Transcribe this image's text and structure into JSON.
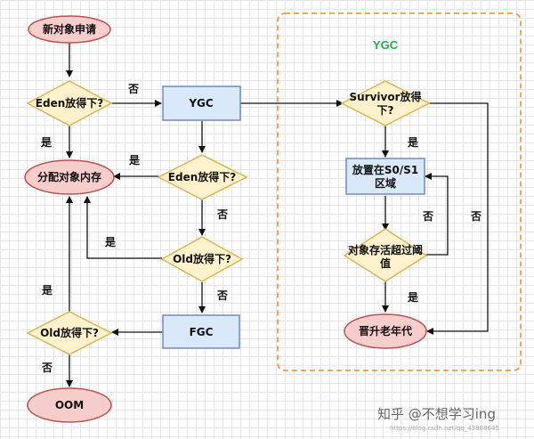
{
  "region": {
    "title": "YGC"
  },
  "nodes": {
    "start": "新对象申请",
    "eden1": "Eden放得下?",
    "ygc": "YGC",
    "alloc": "分配对象内存",
    "eden2": "Eden放得下?",
    "old1": "Old放得下?",
    "fgc": "FGC",
    "old2": "Old放得下?",
    "oom": "OOM",
    "surv_l1": "Survivor放得",
    "surv_l2": "下?",
    "s01_l1": "放置在S0/S1",
    "s01_l2": "区域",
    "age_l1": "对象存活超过阈",
    "age_l2": "值",
    "promote": "晋升老年代"
  },
  "labels": {
    "yes": "是",
    "no": "否"
  },
  "watermark": {
    "main": "知乎 @不想学习ing",
    "url": "https://blog.csdn.net/qq_43888645"
  },
  "colors": {
    "oval_fill": "#f8cecc",
    "oval_stroke": "#b85450",
    "diamond_fill": "#fff2cc",
    "diamond_stroke": "#d6b656",
    "rect_fill": "#dae8fc",
    "rect_stroke": "#6c8ebf",
    "region_stroke": "#f08c2a",
    "region_text": "#22b14c"
  }
}
